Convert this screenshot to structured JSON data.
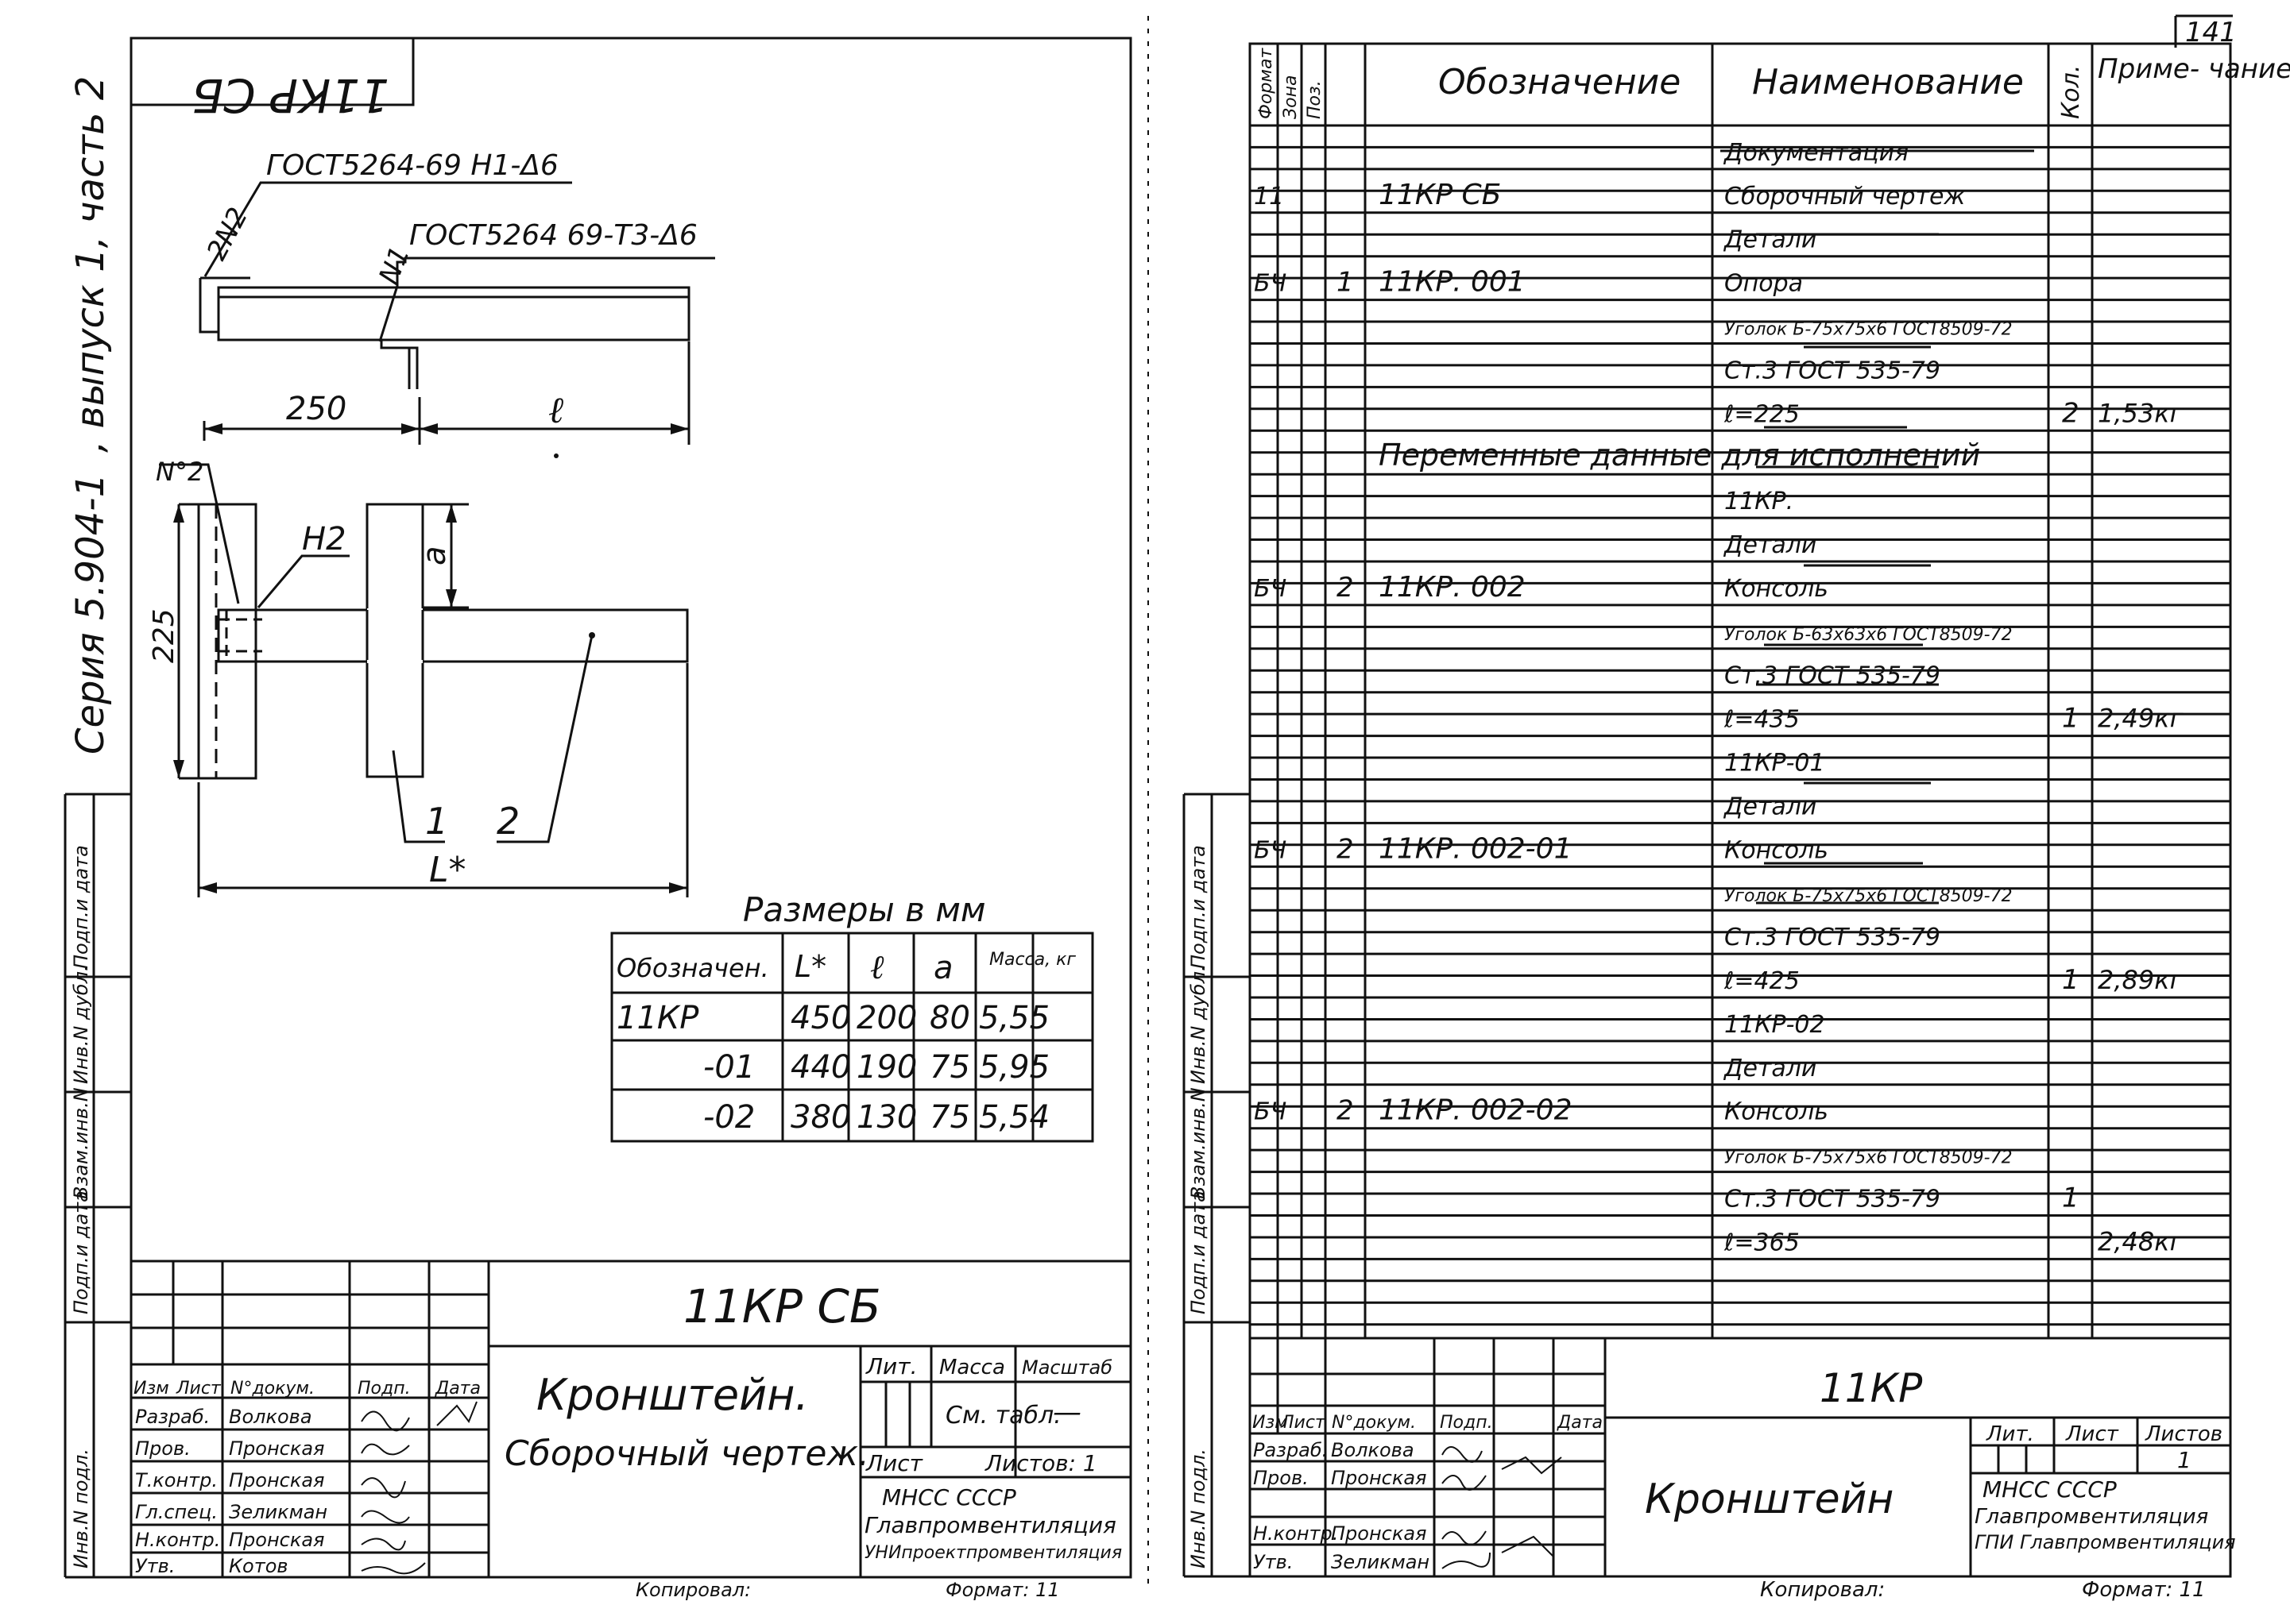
{
  "page_number": "141",
  "left_sheet": {
    "stamp_mirrored": "11КР СБ",
    "side_series": "Серия 5.904-1",
    "side_issue": ", выпуск 1, часть 2",
    "side_columns": [
      "Инв.N подл.",
      "Подп.и дата",
      "Взам.инв.N",
      "Инв.N дубл.",
      "Подп.и дата"
    ],
    "weld_1": "ГОСТ5264-69 Н1-Δ6",
    "weld_2": "ГОСТ5264 69-Т3-Δ6",
    "weld_mark_1": "2N2",
    "weld_mark_2": "N1",
    "dim_250": "250",
    "dim_l": "ℓ",
    "dim_225": "225",
    "dim_a": "a",
    "label_n2": "N°2",
    "label_n2b": "Н2",
    "pos_1": "1",
    "pos_2": "2",
    "dim_L": "L*",
    "dims_caption": "Размеры в мм",
    "dims_table": {
      "headers": [
        "Обозначен.",
        "L*",
        "ℓ",
        "a",
        "Масса, кг"
      ],
      "rows": [
        [
          "11КР",
          "450",
          "200",
          "80",
          "5,55"
        ],
        [
          "-01",
          "440",
          "190",
          "75",
          "5,95"
        ],
        [
          "-02",
          "380",
          "130",
          "75",
          "5,54"
        ]
      ]
    },
    "title_block": {
      "doc_code": "11КР СБ",
      "title_line1": "Кронштейн.",
      "title_line2": "Сборочный чертеж.",
      "head_labels": [
        "Изм",
        "Лист",
        "N°докум.",
        "Подп.",
        "Дата"
      ],
      "people": [
        [
          "Разраб.",
          "Волкова"
        ],
        [
          "Пров.",
          "Пронская"
        ],
        [
          "Т.контр.",
          "Пронская"
        ],
        [
          "Гл.спец.",
          "Зеликман"
        ],
        [
          "Н.контр.",
          "Пронская"
        ],
        [
          "Утв.",
          "Котов"
        ]
      ],
      "lit": "Лит.",
      "massa": "Масса",
      "masshtab": "Масштаб",
      "massa_value": "См. табл.",
      "masshtab_value": "—",
      "sheet_label": "Лист",
      "sheets_label": "Листов: 1",
      "org_line1": "МНСС     СССР",
      "org_line2": "Главпромвентиляция",
      "org_line3": "УНИпроектпромвентиляция"
    },
    "footer_copy": "Копировал:",
    "footer_format": "Формат: 11"
  },
  "right_sheet": {
    "headers": {
      "format": "Формат",
      "zone": "Зона",
      "pos": "Поз.",
      "designation": "Обозначение",
      "name": "Наименование",
      "qty": "Кол.",
      "note": "Приме- чание"
    },
    "rows": [
      {
        "f": "",
        "z": "",
        "p": "",
        "d": "",
        "n": "Документация",
        "q": "",
        "m": ""
      },
      {
        "f": "11",
        "z": "",
        "p": "",
        "d": "11КР   СБ",
        "n": "Сборочный чертеж",
        "q": "",
        "m": ""
      },
      {
        "f": "",
        "z": "",
        "p": "",
        "d": "",
        "n": "Детали",
        "q": "",
        "m": ""
      },
      {
        "f": "БЧ",
        "z": "",
        "p": "1",
        "d": "11КР. 001",
        "n": "Опора",
        "q": "",
        "m": ""
      },
      {
        "f": "",
        "z": "",
        "p": "",
        "d": "",
        "n": "Уголок Б-75х75х6 ГОСТ8509-72",
        "q": "",
        "m": ""
      },
      {
        "f": "",
        "z": "",
        "p": "",
        "d": "",
        "n": "Ст.3 ГОСТ 535-79",
        "q": "",
        "m": ""
      },
      {
        "f": "",
        "z": "",
        "p": "",
        "d": "",
        "n": "ℓ=225",
        "q": "2",
        "m": "1,53кг"
      },
      {
        "f": "",
        "z": "",
        "p": "",
        "d": "Переменные данные для исполнений",
        "n": "",
        "q": "",
        "m": ""
      },
      {
        "f": "",
        "z": "",
        "p": "",
        "d": "",
        "n": "11КР.",
        "q": "",
        "m": ""
      },
      {
        "f": "",
        "z": "",
        "p": "",
        "d": "",
        "n": "Детали",
        "q": "",
        "m": ""
      },
      {
        "f": "БЧ",
        "z": "",
        "p": "2",
        "d": "11КР. 002",
        "n": "Консоль",
        "q": "",
        "m": ""
      },
      {
        "f": "",
        "z": "",
        "p": "",
        "d": "",
        "n": "Уголок Б-63х63х6 ГОСТ8509-72",
        "q": "",
        "m": ""
      },
      {
        "f": "",
        "z": "",
        "p": "",
        "d": "",
        "n": "Ст.3 ГОСТ 535-79",
        "q": "",
        "m": ""
      },
      {
        "f": "",
        "z": "",
        "p": "",
        "d": "",
        "n": "ℓ=435",
        "q": "1",
        "m": "2,49кг"
      },
      {
        "f": "",
        "z": "",
        "p": "",
        "d": "",
        "n": "11КР-01",
        "q": "",
        "m": ""
      },
      {
        "f": "",
        "z": "",
        "p": "",
        "d": "",
        "n": "Детали",
        "q": "",
        "m": ""
      },
      {
        "f": "БЧ",
        "z": "",
        "p": "2",
        "d": "11КР. 002-01",
        "n": "Консоль",
        "q": "",
        "m": ""
      },
      {
        "f": "",
        "z": "",
        "p": "",
        "d": "",
        "n": "Уголок Б-75х75х6 ГОСТ8509-72",
        "q": "",
        "m": ""
      },
      {
        "f": "",
        "z": "",
        "p": "",
        "d": "",
        "n": "Ст.3 ГОСТ 535-79",
        "q": "",
        "m": ""
      },
      {
        "f": "",
        "z": "",
        "p": "",
        "d": "",
        "n": "ℓ=425",
        "q": "1",
        "m": "2,89кг"
      },
      {
        "f": "",
        "z": "",
        "p": "",
        "d": "",
        "n": "11КР-02",
        "q": "",
        "m": ""
      },
      {
        "f": "",
        "z": "",
        "p": "",
        "d": "",
        "n": "Детали",
        "q": "",
        "m": ""
      },
      {
        "f": "БЧ",
        "z": "",
        "p": "2",
        "d": "11КР. 002-02",
        "n": "Консоль",
        "q": "",
        "m": ""
      },
      {
        "f": "",
        "z": "",
        "p": "",
        "d": "",
        "n": "Уголок Б-75х75х6 ГОСТ8509-72",
        "q": "",
        "m": ""
      },
      {
        "f": "",
        "z": "",
        "p": "",
        "d": "",
        "n": "Ст.3 ГОСТ 535-79",
        "q": "1",
        "m": ""
      },
      {
        "f": "",
        "z": "",
        "p": "",
        "d": "",
        "n": "ℓ=365",
        "q": "",
        "m": "2,48кг"
      }
    ],
    "side_columns": [
      "Инв.N подл.",
      "Подп.и дата",
      "Взам.инв.N",
      "Инв.N дубл.",
      "Подп.и дата"
    ],
    "title_block": {
      "doc_code": "11КР",
      "title": "Кронштейн",
      "head_labels": [
        "Изм",
        "Лист",
        "N°докум.",
        "Подп.",
        "Дата"
      ],
      "people": [
        [
          "Разраб.",
          "Волкова"
        ],
        [
          "Пров.",
          "Пронская"
        ],
        [
          "",
          ""
        ],
        [
          "Н.контр.",
          "Пронская"
        ],
        [
          "Утв.",
          "Зеликман"
        ]
      ],
      "lit": "Лит.",
      "list": "Лист",
      "listov": "Листов",
      "listov_value": "1",
      "org_line1": "МНСС     СССР",
      "org_line2": "Главпромвентиляция",
      "org_line3": "ГПИ Главпромвентиляция"
    },
    "footer_copy": "Копировал:",
    "footer_format": "Формат: 11"
  }
}
